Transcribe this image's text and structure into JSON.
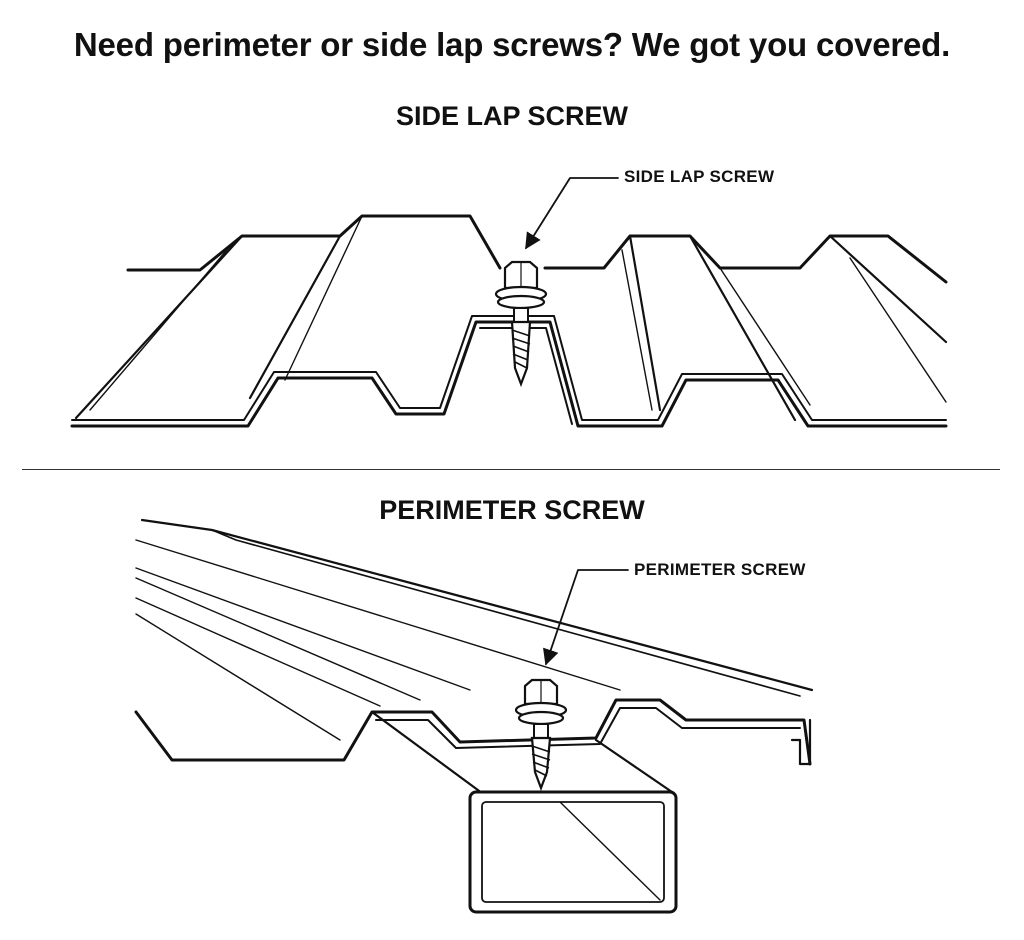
{
  "headline": "Need perimeter or side lap screws? We got you covered.",
  "sections": {
    "side_lap": {
      "title": "SIDE LAP SCREW",
      "callout": "SIDE LAP SCREW"
    },
    "perimeter": {
      "title": "PERIMETER SCREW",
      "callout": "PERIMETER SCREW"
    }
  },
  "colors": {
    "ink": "#111111",
    "background": "#ffffff"
  }
}
